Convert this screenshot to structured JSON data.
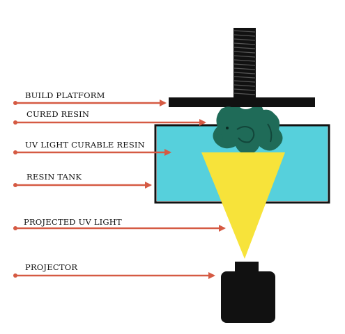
{
  "diagram": {
    "labels": {
      "build_platform": "BUILD PLATFORM",
      "cured_resin": "CURED RESIN",
      "uv_light_curable_resin": "UV LIGHT CURABLE RESIN",
      "resin_tank": "RESIN TANK",
      "projected_uv_light": "PROJECTED UV LIGHT",
      "projector": "PROJECTOR"
    },
    "colors": {
      "arrow": "#d55a43",
      "resin": "#56d0dc",
      "uv_light": "#f7e33a",
      "cured_resin": "#1f6b58",
      "outline": "#111111",
      "background": "#ffffff"
    }
  }
}
